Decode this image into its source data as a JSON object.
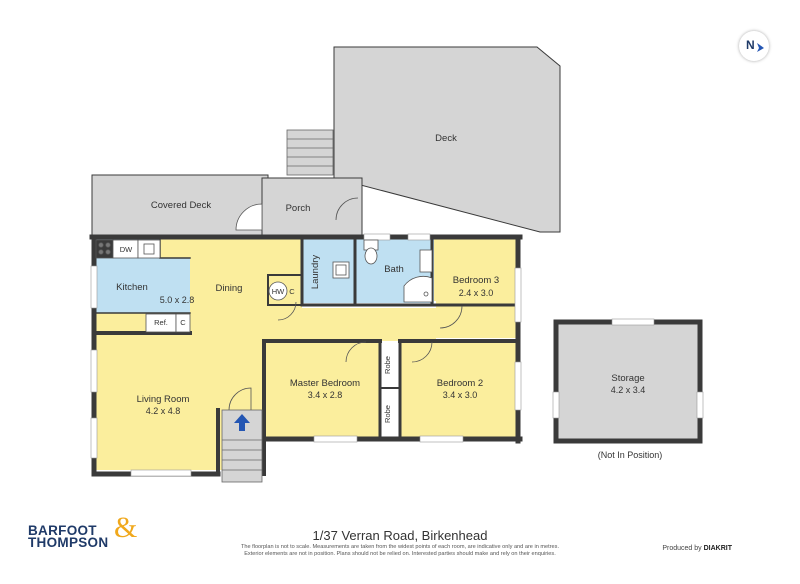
{
  "compass": {
    "label": "N"
  },
  "rooms": {
    "deck": {
      "name": "Deck"
    },
    "covered_deck": {
      "name": "Covered Deck"
    },
    "porch": {
      "name": "Porch"
    },
    "kitchen": {
      "name": "Kitchen",
      "size": "5.0 x 2.8"
    },
    "dining": {
      "name": "Dining"
    },
    "laundry": {
      "name": "Laundry"
    },
    "bath": {
      "name": "Bath"
    },
    "bedroom3": {
      "name": "Bedroom 3",
      "size": "2.4 x 3.0"
    },
    "living": {
      "name": "Living Room",
      "size": "4.2 x 4.8"
    },
    "master": {
      "name": "Master Bedroom",
      "size": "3.4 x 2.8"
    },
    "bedroom2": {
      "name": "Bedroom 2",
      "size": "3.4 x 3.0"
    },
    "storage": {
      "name": "Storage",
      "size": "4.2 x 3.4",
      "note": "(Not In Position)"
    }
  },
  "fixtures": {
    "dw": "DW",
    "hw": "HW",
    "c1": "C",
    "ref": "Ref.",
    "c2": "C",
    "robe1": "Robe",
    "robe2": "Robe"
  },
  "footer": {
    "address": "1/37 Verran Road, Birkenhead",
    "disclaimer_line1": "The floorplan is not to scale. Measurements are taken from the widest points of each room, are indicative only and are in metres.",
    "disclaimer_line2": "Exterior elements are not in position. Plans should not be relied on. Interested parties should make and rely on their enquiries.",
    "produced_by": "Produced by",
    "producer": "DIAKRIT"
  },
  "logo": {
    "line1": "BARFOOT",
    "line2": "THOMPSON",
    "amp": "&"
  },
  "colors": {
    "wall": "#3a3a3a",
    "deck": "#d5d5d5",
    "yellow": "#fbee9d",
    "blue": "#bfe0f2",
    "storage": "#d5d5d5",
    "logo_blue": "#1f3a68",
    "logo_amp": "#f0a81c",
    "arrow": "#2456b3"
  }
}
